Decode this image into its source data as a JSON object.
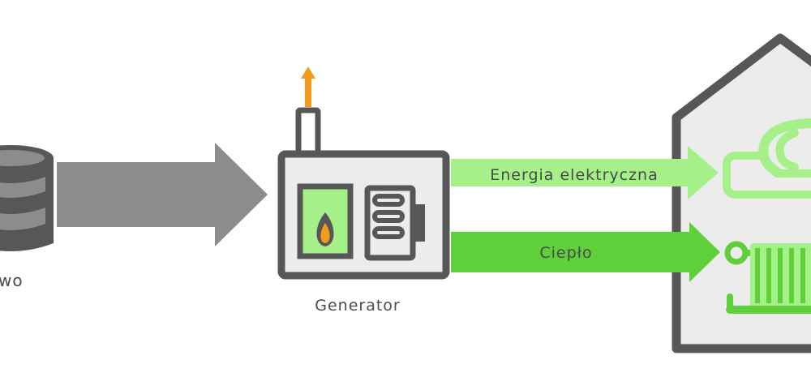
{
  "labels": {
    "fuel": "wo",
    "generator": "Generator",
    "electricity": "Energia elektryczna",
    "heat": "Ciepło"
  },
  "colors": {
    "dark_gray": "#575757",
    "mid_gray": "#8c8c8c",
    "light_gray": "#ececec",
    "light_green": "#a6f08a",
    "green": "#5fcf3a",
    "orange": "#f19a1b",
    "text_dark": "#4a4a4a"
  },
  "icons": {
    "fuel": "fuel-barrel-icon",
    "generator": "generator-icon",
    "flame": "flame-icon",
    "house": "house-icon",
    "plug": "power-plug-icon",
    "radiator": "radiator-icon"
  }
}
